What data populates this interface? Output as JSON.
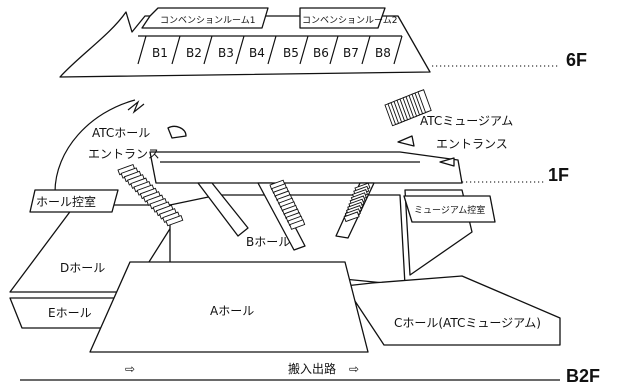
{
  "floors": {
    "f6": "6F",
    "f1": "1F",
    "b2": "B2F"
  },
  "floor6": {
    "top_rooms": [
      "コンベンションルーム1",
      "コンベンションルーム2"
    ],
    "rooms": [
      "B1",
      "B2",
      "B3",
      "B4",
      "B5",
      "B6",
      "B7",
      "B8"
    ]
  },
  "floor1": {
    "hall_entrance": [
      "ATCホール",
      "エントランス"
    ],
    "museum_entrance": [
      "ATCミュージアム",
      "エントランス"
    ],
    "hall_waiting": "ホール控室",
    "museum_waiting": "ミュージアム控室",
    "b_hall": "Bホール"
  },
  "b2f": {
    "a_hall": "Aホール",
    "d_hall": "Dホール",
    "e_hall": "Eホール",
    "c_hall": "Cホール(ATCミュージアム)",
    "loading_route": "搬入出路"
  },
  "arrows": {
    "right": "⇨"
  },
  "colors": {
    "line": "#111111",
    "background": "#ffffff"
  }
}
